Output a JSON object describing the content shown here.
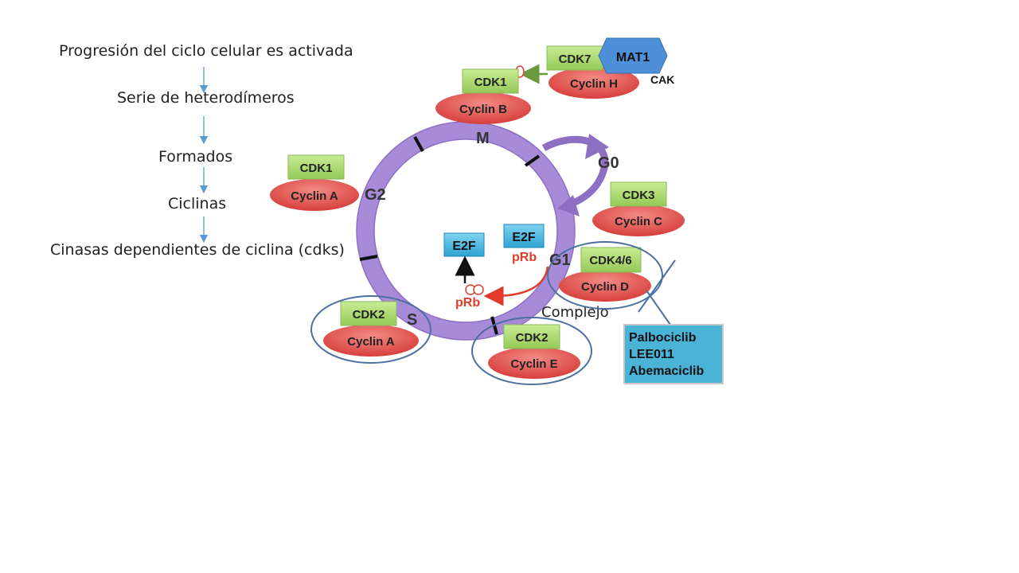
{
  "flow": {
    "step1": "Progresión del ciclo celular es activada",
    "step2": "Serie de heterodímeros",
    "step3": "Formados",
    "step4": "Ciclinas",
    "step5": "Cinasas dependientes de ciclina (cdks)"
  },
  "cycle": {
    "phase_m": "M",
    "phase_g0": "G0",
    "phase_g2": "G2",
    "phase_g1": "G1",
    "phase_s": "S"
  },
  "complexes": {
    "cak": {
      "cdk": "CDK7",
      "mat": "MAT1",
      "cyclin": "Cyclin H",
      "label": "CAK"
    },
    "m": {
      "cdk": "CDK1",
      "cyclin": "Cyclin B"
    },
    "g2": {
      "cdk": "CDK1",
      "cyclin": "Cyclin A"
    },
    "g0": {
      "cdk": "CDK3",
      "cyclin": "Cyclin C"
    },
    "g1": {
      "cdk": "CDK4/6",
      "cyclin": "Cyclin D"
    },
    "s": {
      "cdk": "CDK2",
      "cyclin": "Cyclin A"
    },
    "g1s": {
      "cdk": "CDK2",
      "cyclin": "Cyclin E"
    }
  },
  "e2f": {
    "free": "E2F",
    "bound": "E2F",
    "prb_bound": "pRb",
    "prb_phos": "pRb"
  },
  "complejo_label": "Complejo",
  "inhibitors": [
    "Palbociclib",
    "LEE011",
    "Abemaciclib"
  ],
  "colors": {
    "cdk_green": "#a8d86a",
    "cyclin_red": "#e0504c",
    "ring_purple": "#a88bd8",
    "e2f_blue": "#3fb3de",
    "circle_outline": "#4a6fa0",
    "inhibitor_box": "#4bb3d6",
    "arrow_blue": "#5b9bd5"
  }
}
